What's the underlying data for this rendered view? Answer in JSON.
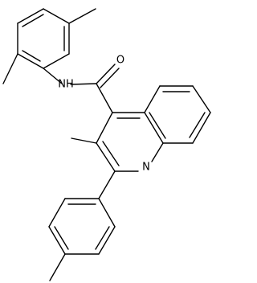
{
  "structure": {
    "atom_labels": {
      "oxygen": "O",
      "amide_nh": "NH",
      "ring_nitrogen": "N"
    }
  }
}
